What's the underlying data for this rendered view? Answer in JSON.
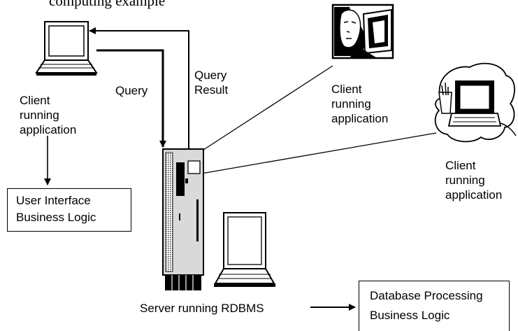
{
  "header_fragment": "computing example",
  "labels": {
    "query": "Query",
    "query_result": "Query\nResult",
    "client_left": "Client\nrunning\napplication",
    "client_top_right": "Client\nrunning\napplication",
    "client_right": "Client\nrunning\napplication",
    "server": "Server running RDBMS"
  },
  "boxes": {
    "client_logic": "User Interface\nBusiness Logic",
    "server_logic": "Database Processing\nBusiness Logic"
  },
  "colors": {
    "stroke": "#000000",
    "server_fill": "#d9d9d9",
    "background": "#ffffff"
  },
  "icons": [
    "laptop-icon",
    "server-tower-icon",
    "woman-at-computer-icon",
    "desktop-computer-icon",
    "monitor-keyboard-icon"
  ]
}
